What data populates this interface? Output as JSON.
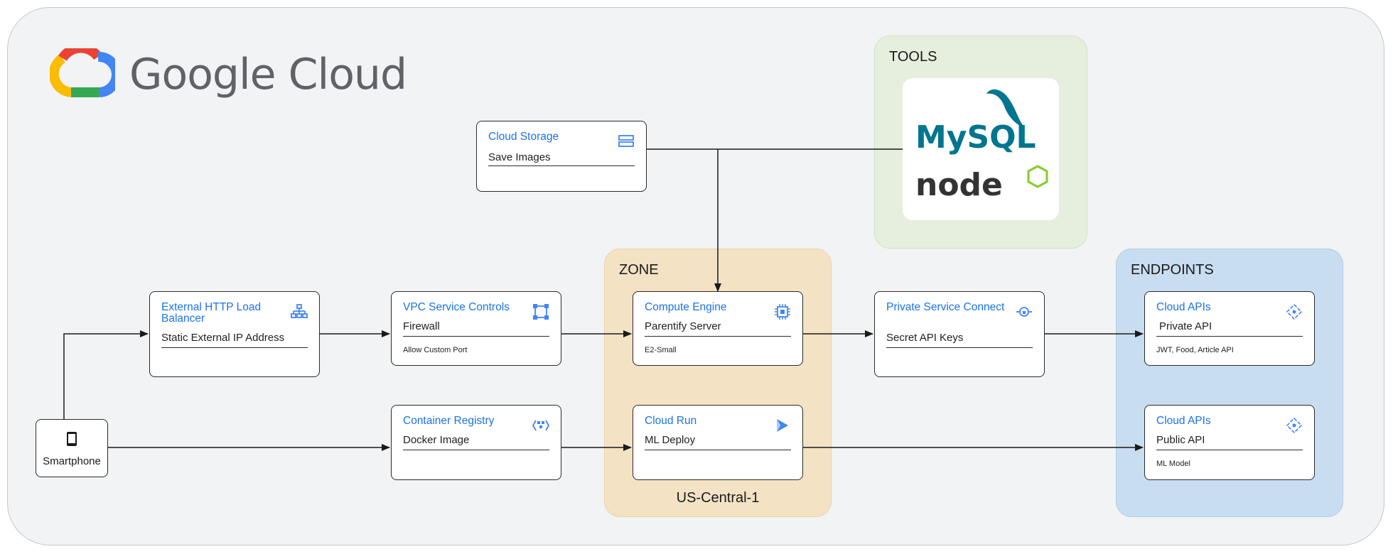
{
  "brand": {
    "name": "Google Cloud",
    "logo_icon": "google-cloud-logo-icon"
  },
  "groups": {
    "tools": {
      "title": "TOOLS",
      "logos": [
        "MySQL",
        "node"
      ]
    },
    "zone": {
      "title": "ZONE",
      "region": "US-Central-1"
    },
    "endpoints": {
      "title": "ENDPOINTS"
    }
  },
  "nodes": {
    "smartphone": {
      "label": "Smartphone",
      "icon": "smartphone-icon"
    },
    "cloud_storage": {
      "title": "Cloud Storage",
      "subtitle": "Save Images",
      "note": "",
      "icon": "cloud-storage-icon"
    },
    "load_balancer": {
      "title": "External HTTP Load Balancer",
      "subtitle": "Static External IP Address",
      "note": "",
      "icon": "load-balancer-icon"
    },
    "vpc": {
      "title": "VPC Service Controls",
      "subtitle": "Firewall",
      "note": "Allow Custom Port",
      "icon": "vpc-icon"
    },
    "compute_engine": {
      "title": "Compute Engine",
      "subtitle": "Parentify Server",
      "note": "E2-Small",
      "icon": "compute-engine-icon"
    },
    "private_service_connect": {
      "title": "Private Service Connect",
      "subtitle": "Secret API Keys",
      "note": "",
      "icon": "private-service-connect-icon"
    },
    "cloud_apis_private": {
      "title": "Cloud APIs",
      "subtitle": "Private API",
      "note": "JWT, Food, Article API",
      "icon": "cloud-apis-icon"
    },
    "container_registry": {
      "title": "Container Registry",
      "subtitle": "Docker Image",
      "note": "",
      "icon": "container-registry-icon"
    },
    "cloud_run": {
      "title": "Cloud Run",
      "subtitle": "ML Deploy",
      "note": "",
      "icon": "cloud-run-icon"
    },
    "cloud_apis_public": {
      "title": "Cloud APIs",
      "subtitle": "Public API",
      "note": "ML Model",
      "icon": "cloud-apis-icon"
    }
  },
  "edges": [
    {
      "from": "smartphone",
      "to": "load_balancer"
    },
    {
      "from": "smartphone",
      "to": "container_registry"
    },
    {
      "from": "load_balancer",
      "to": "vpc"
    },
    {
      "from": "vpc",
      "to": "compute_engine"
    },
    {
      "from": "compute_engine",
      "to": "private_service_connect"
    },
    {
      "from": "private_service_connect",
      "to": "cloud_apis_private"
    },
    {
      "from": "container_registry",
      "to": "cloud_run"
    },
    {
      "from": "cloud_run",
      "to": "cloud_apis_public"
    },
    {
      "from": "cloud_storage",
      "to": "compute_engine"
    },
    {
      "from": "tools",
      "to": "compute_engine"
    }
  ]
}
